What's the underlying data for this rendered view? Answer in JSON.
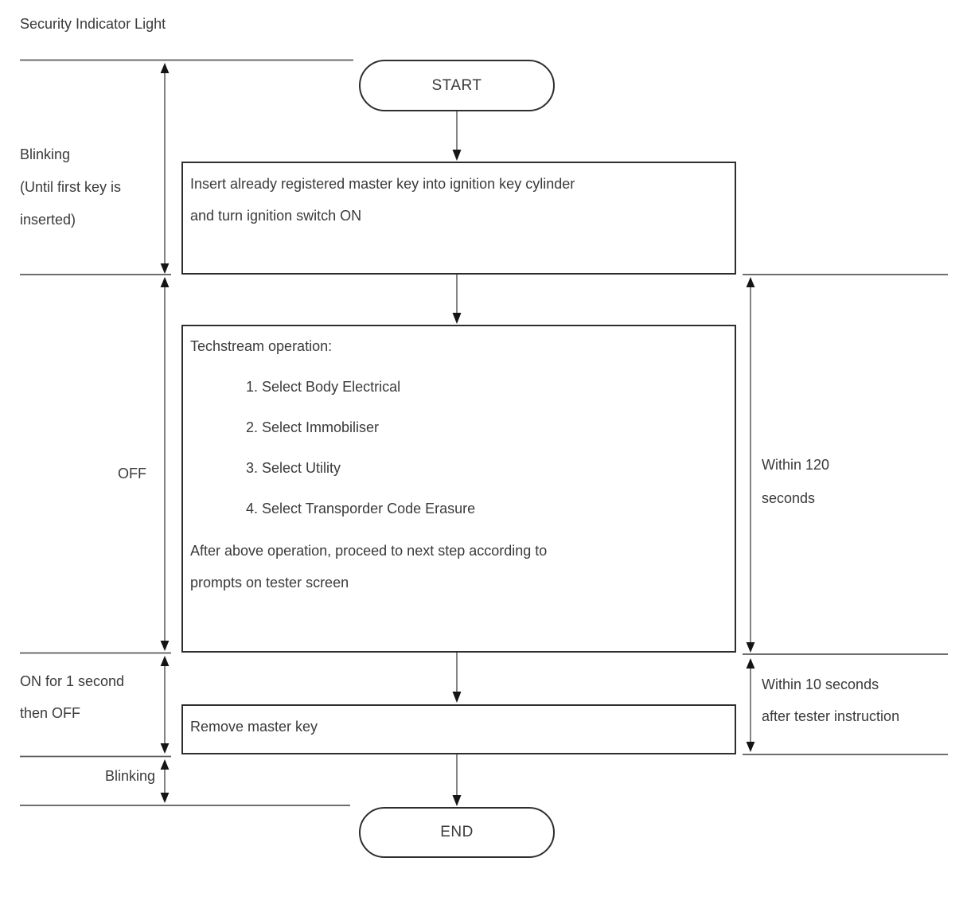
{
  "title": "Security Indicator Light",
  "colors": {
    "background": "#ffffff",
    "rule_line": "#5a5a5a",
    "box_border": "#2e2e2e",
    "text": "#3a3a3a",
    "arrowhead": "#151515"
  },
  "flowchart": {
    "start_label": "START",
    "end_label": "END",
    "step1": "Insert already registered master key into ignition key cylinder\nand turn ignition switch ON",
    "step2": {
      "title": "Techstream operation:",
      "items": [
        "1. Select Body Electrical",
        "2. Select Immobiliser",
        "3. Select Utility",
        "4. Select Transporder Code Erasure"
      ],
      "footer": "After above operation, proceed to next step according to\nprompts on tester screen"
    },
    "step3": "Remove master key"
  },
  "left_annotations": {
    "blinking_until": "Blinking\n(Until first key is\ninserted)",
    "off": "OFF",
    "on_then_off": "ON for 1 second\nthen OFF",
    "blinking": "Blinking"
  },
  "right_annotations": {
    "within_120": "Within 120\nseconds",
    "within_10": "Within 10 seconds\nafter tester instruction"
  }
}
